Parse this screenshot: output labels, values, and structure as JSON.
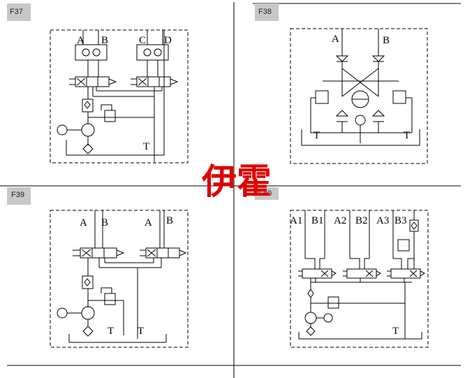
{
  "panels": [
    {
      "id": "F37",
      "ports": [
        "A",
        "B",
        "C",
        "D"
      ],
      "tank": "T"
    },
    {
      "id": "F38",
      "ports": [
        "A",
        "B"
      ],
      "tanks": [
        "T",
        "T"
      ]
    },
    {
      "id": "F39",
      "ports": [
        "A",
        "B",
        "A",
        "B"
      ],
      "tanks": [
        "T",
        "T"
      ]
    },
    {
      "id": "F40",
      "ports": [
        "A1",
        "B1",
        "A2",
        "B2",
        "A3",
        "B3"
      ],
      "tank": "T"
    }
  ],
  "watermark": "伊霍",
  "colors": {
    "line": "#000000",
    "watermark": "#e00000",
    "tag_bg": "#c8c8c8"
  }
}
